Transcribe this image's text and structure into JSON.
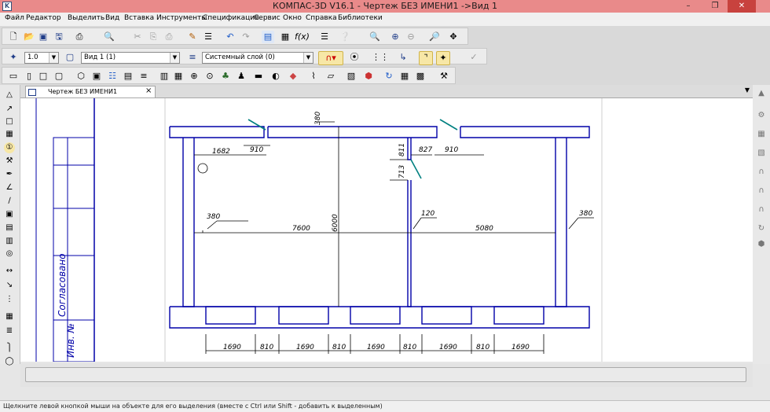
{
  "window": {
    "title": "КОМПАС-3D V16.1 - Чертеж БЕЗ ИМЕНИ1 ->Вид 1"
  },
  "menu": [
    "Файл",
    "Редактор",
    "Выделить",
    "Вид",
    "Вставка",
    "Инструменты",
    "Спецификация",
    "Сервис",
    "Окно",
    "Справка",
    "Библиотеки"
  ],
  "toolbar": {
    "scale_value": "1.0",
    "view_value": "Вид 1 (1)",
    "layer_value": "Системный слой (0)"
  },
  "tab": {
    "label": "Чертеж БЕЗ ИМЕНИ1",
    "close": "×"
  },
  "drawing": {
    "title_block": {
      "approved": "Согласовано",
      "inv_no": "Инв. №"
    },
    "dims_top": [
      "1682",
      "910",
      "827",
      "910"
    ],
    "dim_wall_top": "380",
    "dims_door": [
      "811",
      "713"
    ],
    "dim_left_wall": "380",
    "dim_room1": "7600",
    "dim_height": "6000",
    "dim_partition": "120",
    "dim_room2": "5080",
    "dim_right_wall": "380",
    "dims_bottom": [
      "1690",
      "810",
      "1690",
      "810",
      "1690",
      "810",
      "1690",
      "810",
      "1690"
    ]
  },
  "status": {
    "hint": "Щелкните левой кнопкой мыши на объекте для его выделения (вместе с Ctrl или Shift - добавить к выделенным)"
  },
  "colors": {
    "title_bg": "#e98a8a",
    "drawing_line": "#0000a8",
    "accent": "#008080"
  }
}
